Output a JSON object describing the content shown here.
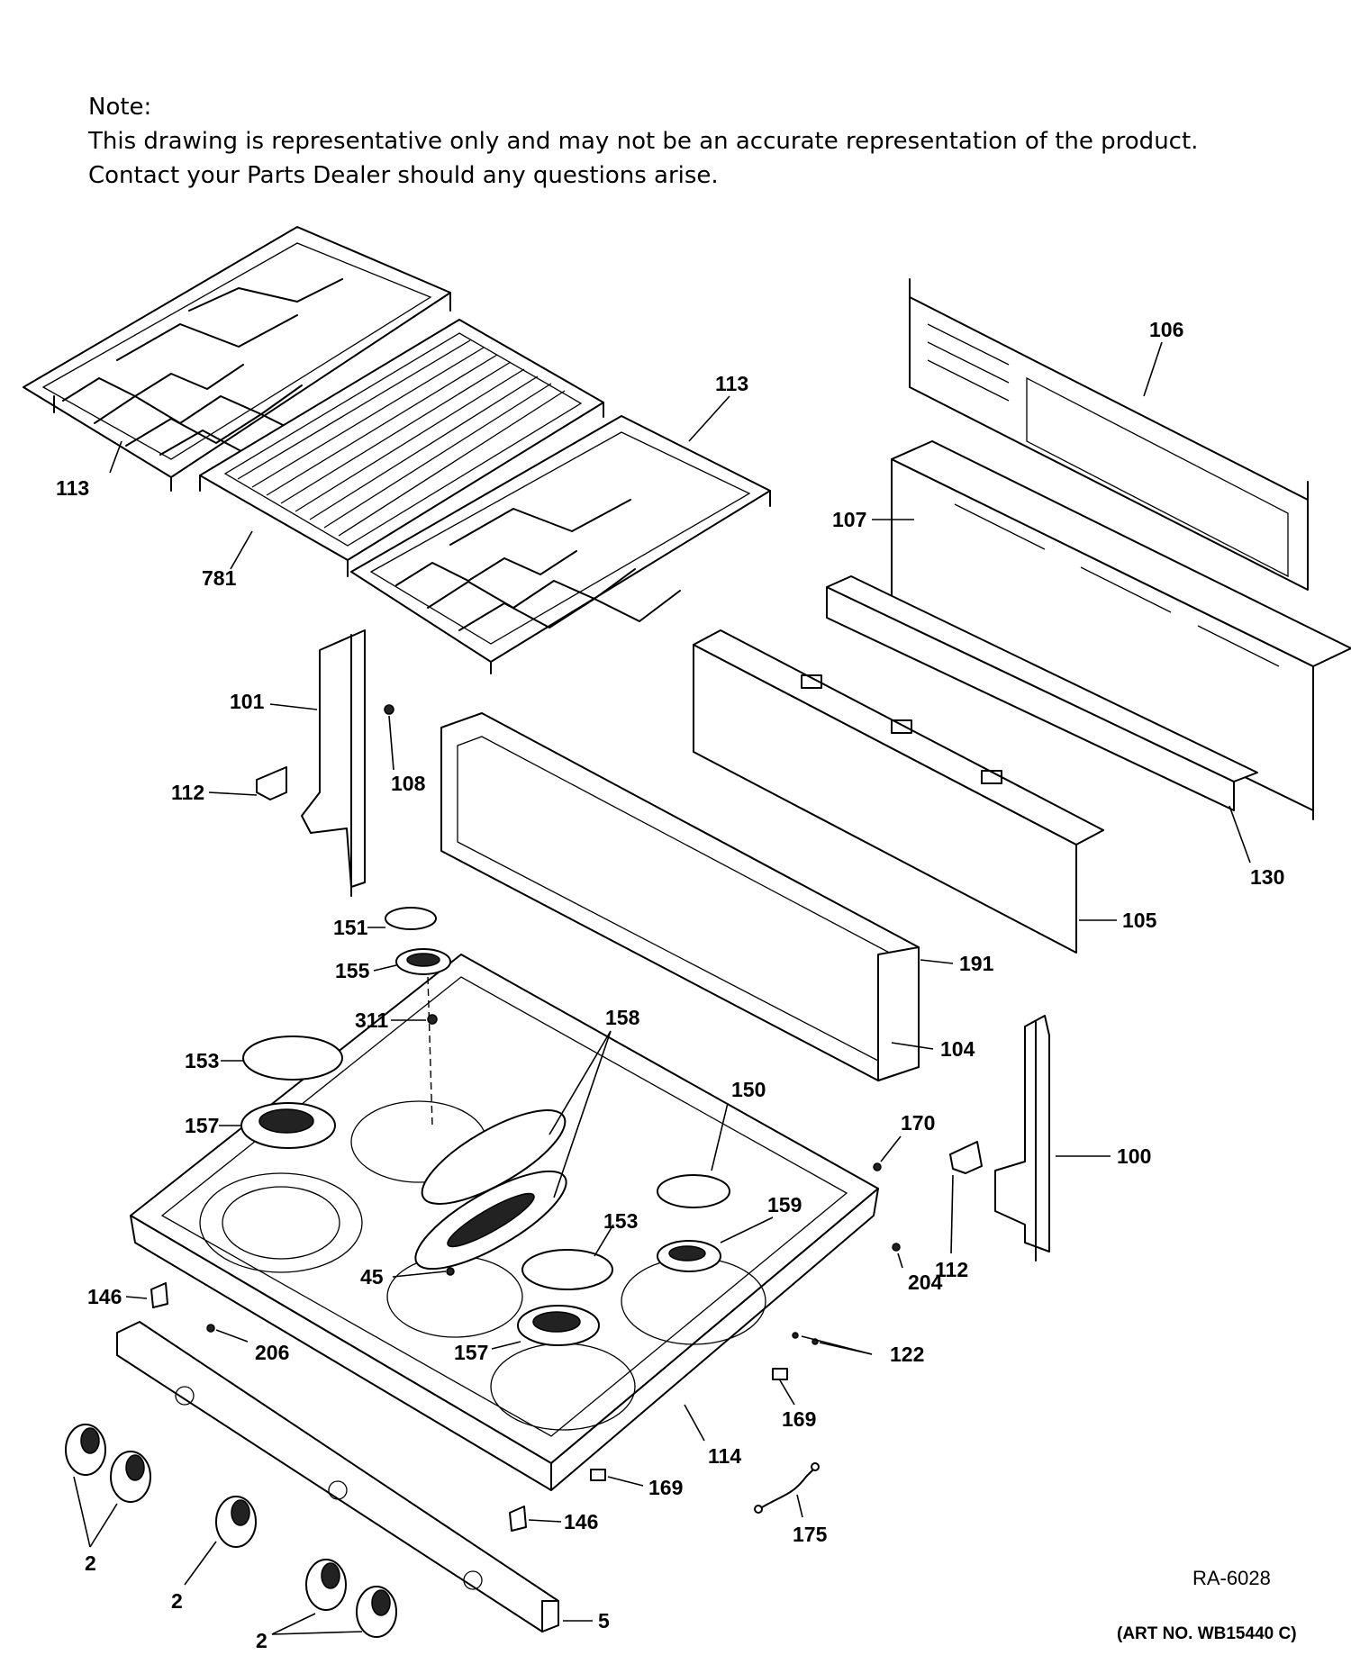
{
  "note": {
    "heading": "Note:",
    "line1": "This drawing is representative only and may not be an accurate representation of the product.",
    "line2": "Contact your Parts Dealer should any questions arise."
  },
  "labels": {
    "p106": "106",
    "p113a": "113",
    "p113b": "113",
    "p107": "107",
    "p781": "781",
    "p101": "101",
    "p108": "108",
    "p112a": "112",
    "p130": "130",
    "p105": "105",
    "p151": "151",
    "p155": "155",
    "p191": "191",
    "p311": "311",
    "p158": "158",
    "p104": "104",
    "p153a": "153",
    "p150": "150",
    "p170": "170",
    "p157a": "157",
    "p100": "100",
    "p159": "159",
    "p153b": "153",
    "p112b": "112",
    "p45": "45",
    "p204": "204",
    "p146a": "146",
    "p206": "206",
    "p157b": "157",
    "p122": "122",
    "p169a": "169",
    "p114": "114",
    "p169b": "169",
    "p146b": "146",
    "p175": "175",
    "p2a": "2",
    "p2b": "2",
    "p2c": "2",
    "p5": "5"
  },
  "footer": {
    "code": "RA-6028",
    "art_no": "(ART NO. WB15440 C)"
  }
}
